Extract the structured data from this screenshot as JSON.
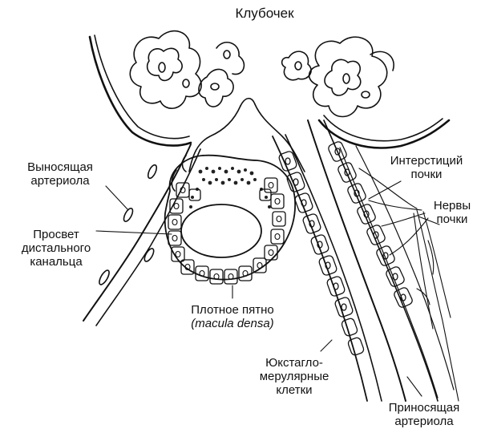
{
  "labels": {
    "glomerulus": "Клубочек",
    "efferent": [
      "Выносящая",
      "артериола"
    ],
    "lumen": [
      "Просвет",
      "дистального",
      "канальца"
    ],
    "macula_densa": "Плотное пятно",
    "macula_densa_latin": "(macula densa)",
    "interstitium": [
      "Интерстиций",
      "почки"
    ],
    "nerves": [
      "Нервы",
      "почки"
    ],
    "jg_cells": [
      "Юкстагло-",
      "мерулярные",
      "клетки"
    ],
    "afferent": [
      "Приносящая",
      "артериола"
    ]
  },
  "style": {
    "ink": "#111111",
    "paper": "#ffffff",
    "cell_fill": "#ffffff",
    "stipple": "#222222"
  }
}
